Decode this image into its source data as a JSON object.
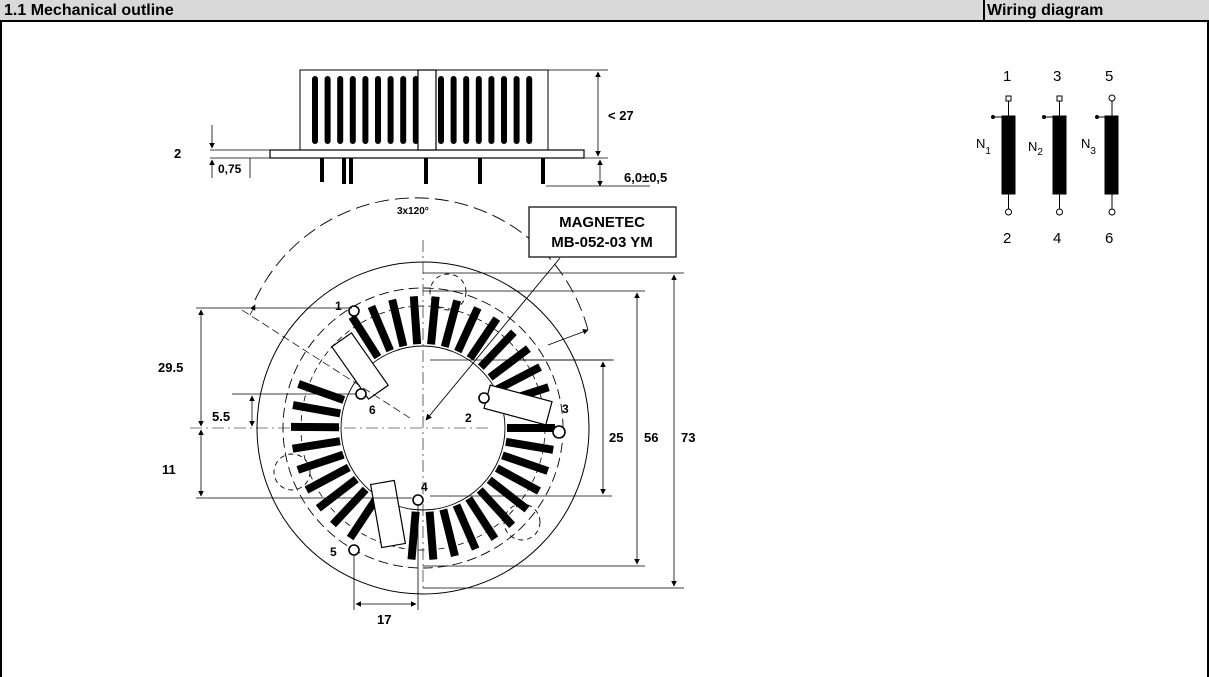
{
  "header": {
    "left_title": "1.1 Mechanical outline",
    "right_title": "Wiring diagram"
  },
  "side_view": {
    "height_dim": "< 27",
    "thickness_dim": "2",
    "offset_dim": "0,75",
    "pin_dim": "6,0±0,5",
    "pin_angle": "3x120°"
  },
  "marking": {
    "line1": "MAGNETEC",
    "line2": "MB-052-03 YM"
  },
  "top_view": {
    "dims": {
      "d_29_5": "29.5",
      "d_5_5": "5.5",
      "d_11": "11",
      "d_17": "17",
      "d_25": "25",
      "d_56": "56",
      "d_73": "73"
    },
    "pins": [
      "1",
      "2",
      "3",
      "4",
      "5",
      "6"
    ]
  },
  "wiring": {
    "top_pins": [
      "1",
      "3",
      "5"
    ],
    "bottom_pins": [
      "2",
      "4",
      "6"
    ],
    "windings": [
      {
        "letter": "N",
        "sub": "1"
      },
      {
        "letter": "N",
        "sub": "2"
      },
      {
        "letter": "N",
        "sub": "3"
      }
    ]
  }
}
